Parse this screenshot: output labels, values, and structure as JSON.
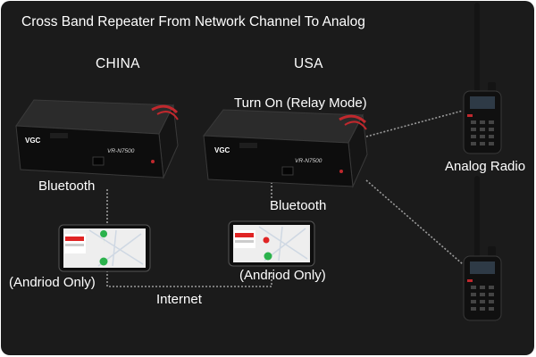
{
  "title": "Cross Band Repeater From Network Channel To Analog",
  "regions": {
    "left": "CHINA",
    "right": "USA"
  },
  "mode_label": "Turn On (Relay Mode)",
  "devices": {
    "repeater_left": {
      "brand": "VGC",
      "model": "VR-N7500"
    },
    "repeater_right": {
      "brand": "VGC",
      "model": "VR-N7500"
    },
    "radios_label": "Analog Radio"
  },
  "links": {
    "bluetooth_left": "Bluetooth",
    "bluetooth_right": "Bluetooth",
    "internet": "Internet"
  },
  "phones": {
    "left_note": "(Andriod Only)",
    "right_note": "(Andriod Only)"
  },
  "colors": {
    "background": "#ffffff",
    "panel": "#1b1b1b",
    "device": "#0d0d0d",
    "device_edge": "#3a3a3a",
    "dotted_line": "#9a9a9a",
    "text": "#ffffff",
    "antenna_red": "#c0282d",
    "phone_screen": "#eeeeee",
    "phone_accent": "#e02424",
    "phone_ok": "#2bb24c"
  }
}
